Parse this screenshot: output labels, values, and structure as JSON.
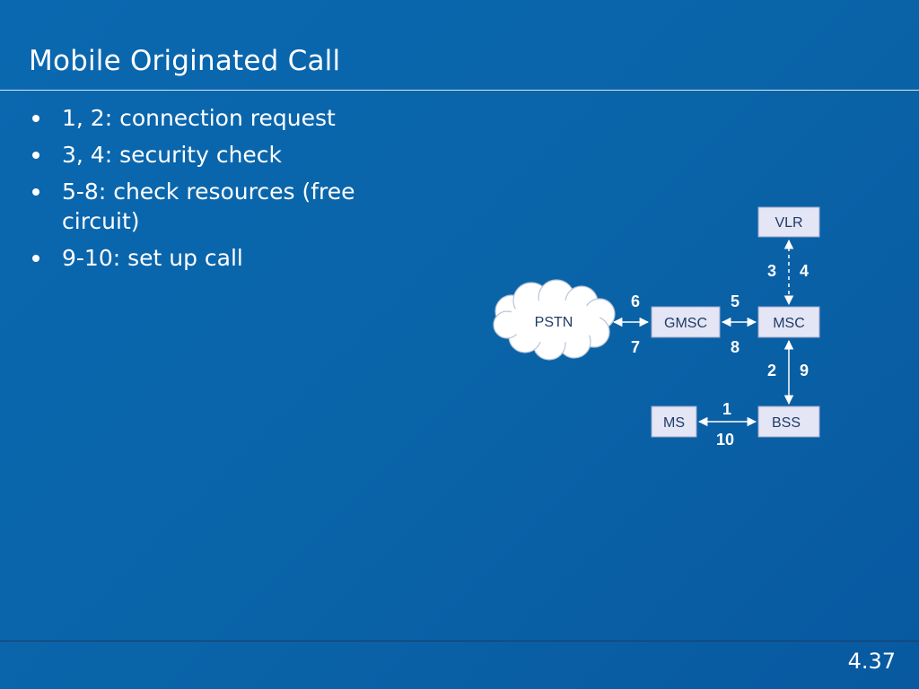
{
  "slide": {
    "title": "Mobile Originated Call",
    "page_number": "4.37"
  },
  "bullets": [
    "1, 2: connection request",
    "3, 4: security check",
    "5-8: check resources (free circuit)",
    "9-10: set up call"
  ],
  "diagram": {
    "nodes": {
      "pstn": "PSTN",
      "gmsc": "GMSC",
      "msc": "MSC",
      "vlr": "VLR",
      "bss": "BSS",
      "ms": "MS"
    },
    "labels": {
      "n1": "1",
      "n2": "2",
      "n3": "3",
      "n4": "4",
      "n5": "5",
      "n6": "6",
      "n7": "7",
      "n8": "8",
      "n9": "9",
      "n10": "10"
    },
    "colors": {
      "box_fill": "#e4e6f6",
      "box_text": "#1f3b66",
      "arrow": "#ffffff"
    }
  }
}
